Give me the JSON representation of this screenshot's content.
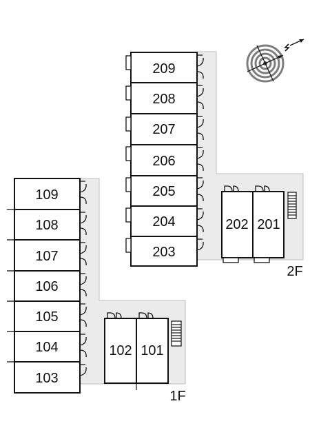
{
  "floor_plan": {
    "floors": [
      {
        "label": "1F",
        "left_block": [
          "109",
          "108",
          "107",
          "106",
          "105",
          "104",
          "103"
        ],
        "right_block": [
          "102",
          "101"
        ]
      },
      {
        "label": "2F",
        "left_block": [
          "209",
          "208",
          "207",
          "206",
          "205",
          "204",
          "203"
        ],
        "right_block": [
          "202",
          "201"
        ]
      }
    ],
    "compass_icon": "compass-rose-icon",
    "compass_direction": "N",
    "colors": {
      "corridor": "#ebebeb",
      "wall": "#111111",
      "compass_ring": "#7d7d7d"
    }
  }
}
